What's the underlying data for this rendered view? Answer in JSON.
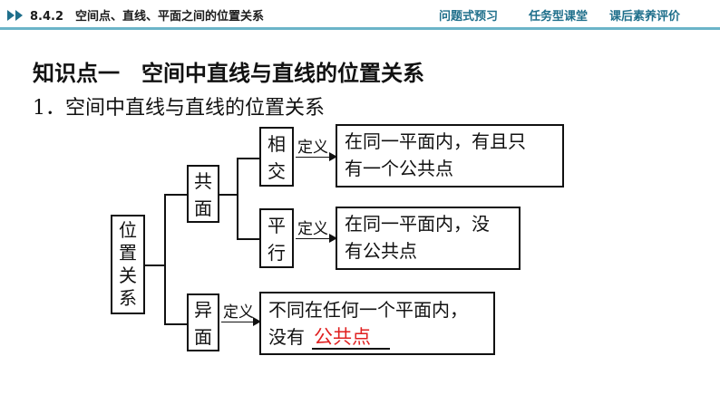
{
  "header": {
    "breadcrumb": "8.4.2　空间点、直线、平面之间的位置关系",
    "nav": [
      "问题式预习",
      "任务型课堂",
      "课后素养评价"
    ]
  },
  "heading": "知识点一　空间中直线与直线的位置关系",
  "subheading": "1．空间中直线与直线的位置关系",
  "diagram": {
    "root": [
      "位",
      "置",
      "关",
      "系"
    ],
    "coplanar": [
      "共",
      "面"
    ],
    "intersect": [
      "相",
      "交"
    ],
    "parallel": [
      "平",
      "行"
    ],
    "skew": [
      "异",
      "面"
    ],
    "definition_label": "定义",
    "intersect_def": [
      "在同一平面内，有且只",
      "有一个公共点"
    ],
    "parallel_def": [
      "在同一平面内，没",
      "有公共点"
    ],
    "skew_def_line1": "不同在任何一个平面内，",
    "skew_def_prefix": "没有",
    "skew_answer": "公共点"
  },
  "colors": {
    "accent": "#1f6f8b",
    "answer": "#e02020",
    "rule": "#6bb4c8"
  }
}
